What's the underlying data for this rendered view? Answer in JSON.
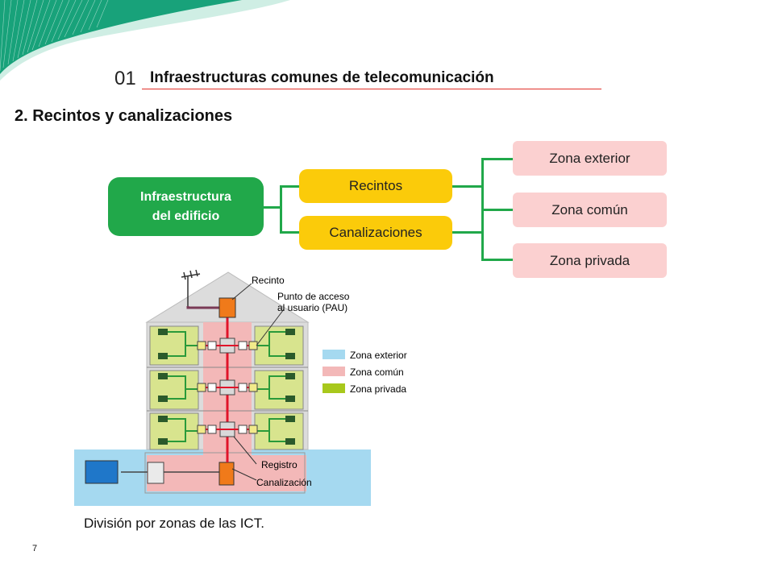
{
  "header": {
    "chapter_number": "01",
    "chapter_title": "Infraestructuras comunes de telecomunicación"
  },
  "section": {
    "title": "2. Recintos y canalizaciones"
  },
  "diagram": {
    "root": {
      "line1": "Infraestructura",
      "line2": "del edificio"
    },
    "middle": [
      "Recintos",
      "Canalizaciones"
    ],
    "zones": [
      "Zona exterior",
      "Zona común",
      "Zona privada"
    ]
  },
  "figure": {
    "labels": {
      "recinto": "Recinto",
      "pau_line1": "Punto de acceso",
      "pau_line2": "al usuario (PAU)",
      "registro": "Registro",
      "canalizacion": "Canalización"
    },
    "legend": [
      {
        "label": "Zona exterior",
        "color": "#a5d9f0"
      },
      {
        "label": "Zona común",
        "color": "#f3b8b8"
      },
      {
        "label": "Zona privada",
        "color": "#a8c81c"
      }
    ],
    "caption": "División por zonas de las ICT."
  },
  "footer": {
    "page_number": "7"
  },
  "colors": {
    "green": "#21a84a",
    "yellow": "#fbcb0a",
    "pink": "#fbd0d0",
    "accent_red": "#e0302a",
    "teal": "#1aa37a"
  }
}
